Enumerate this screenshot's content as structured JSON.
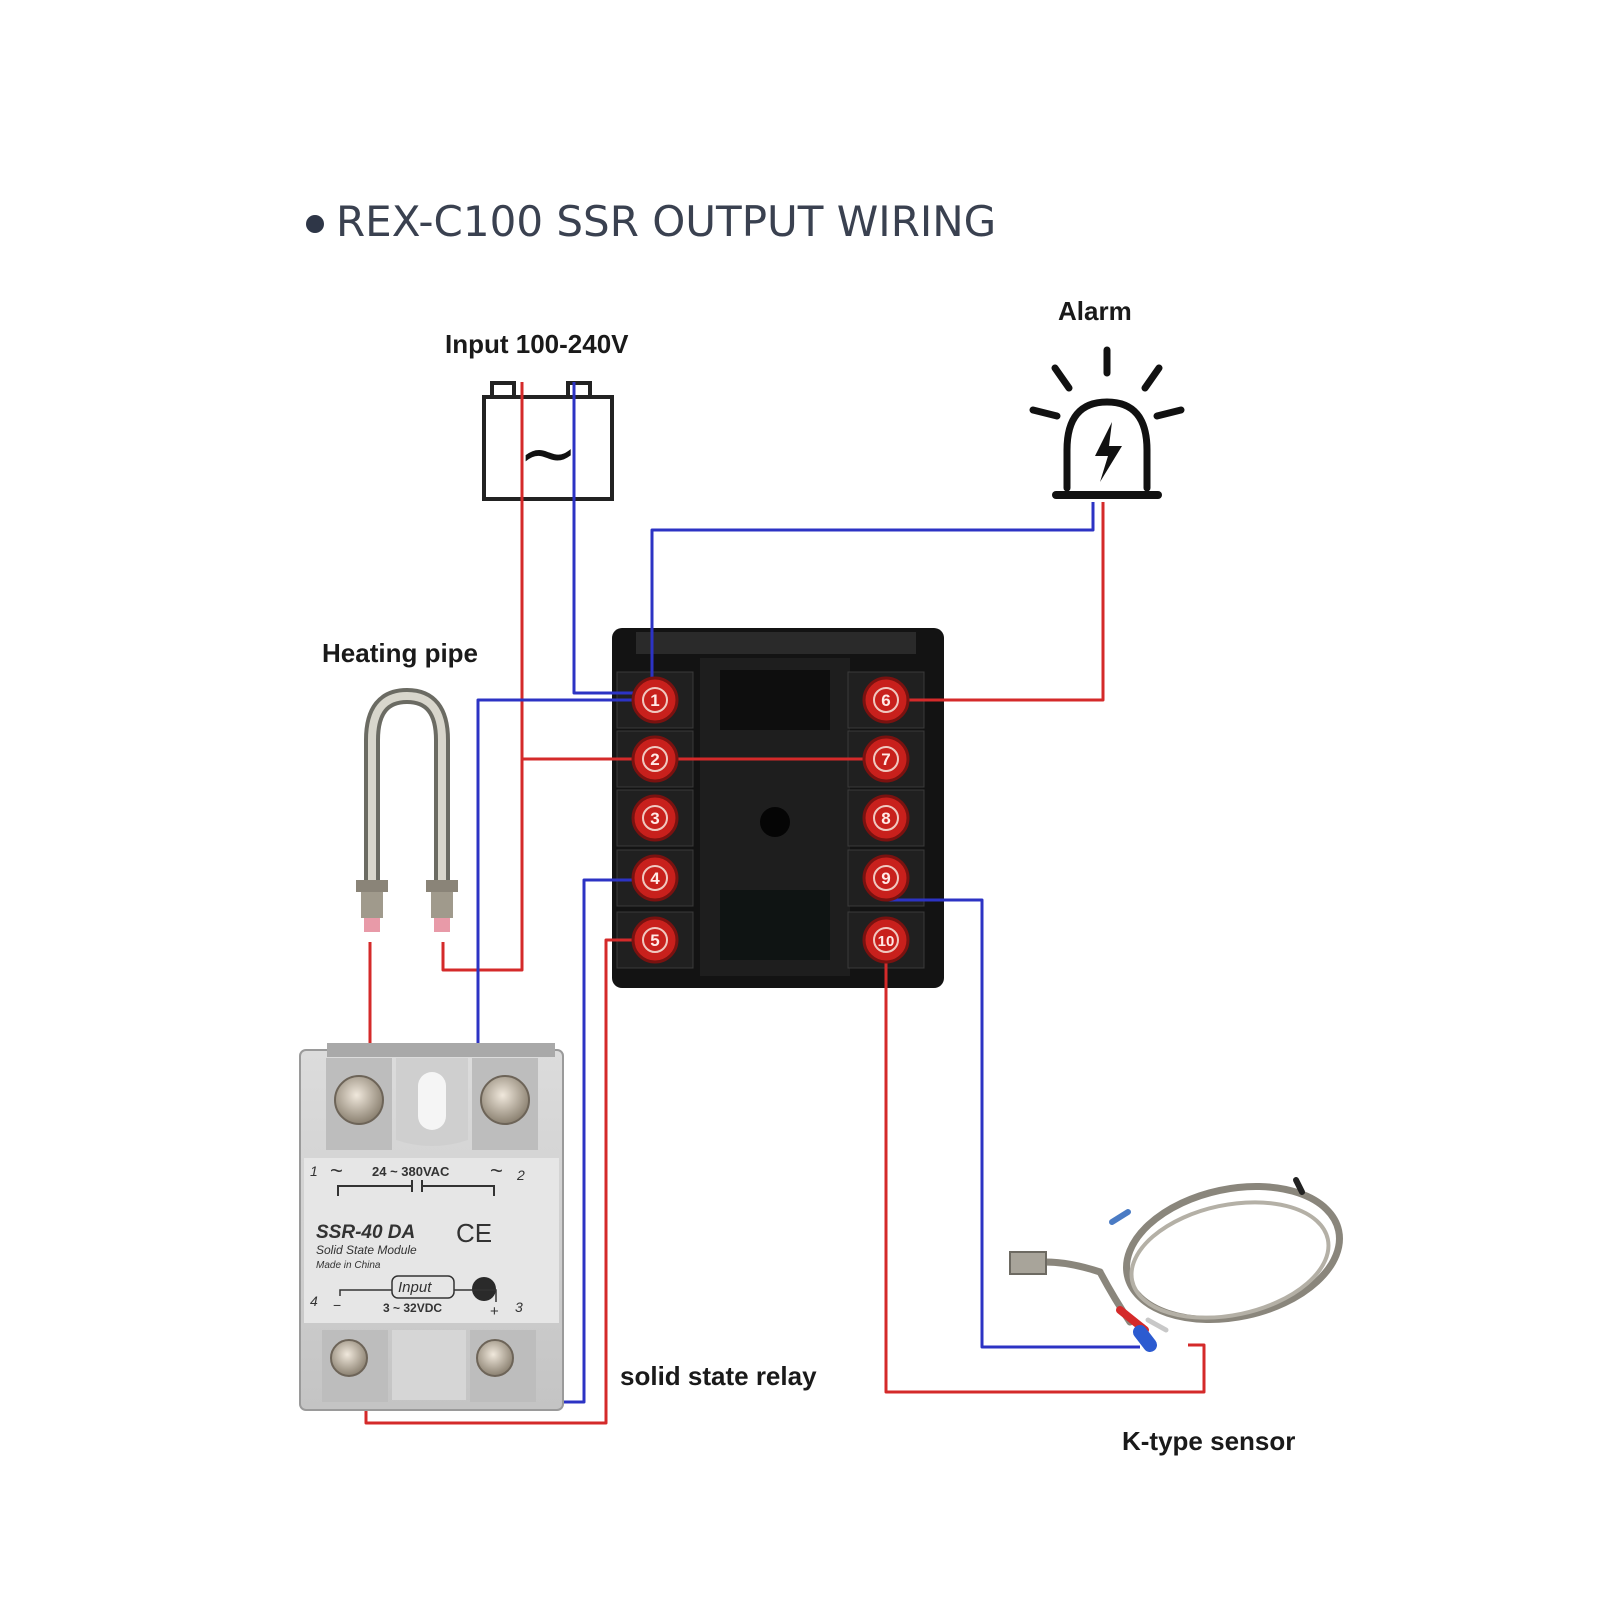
{
  "title": "REX-C100 SSR OUTPUT WIRING",
  "labels": {
    "input": "Input 100-240V",
    "alarm": "Alarm",
    "heating_pipe": "Heating pipe",
    "solid_state_relay": "solid state relay",
    "k_type_sensor": "K-type sensor"
  },
  "ac_symbol": "~",
  "controller": {
    "terminals_left": [
      "1",
      "2",
      "3",
      "4",
      "5"
    ],
    "terminals_right": [
      "6",
      "7",
      "8",
      "9",
      "10"
    ]
  },
  "ssr": {
    "model": "SSR-40 DA",
    "subtitle": "Solid State Module",
    "made_in": "Made in China",
    "ac_rating": "24 ~ 380VAC",
    "input_label": "Input",
    "dc_rating": "3 ~ 32VDC",
    "ce_mark": "CE",
    "pin1": "1",
    "pin2": "2",
    "pin3": "3",
    "pin4": "4",
    "tilde": "~",
    "minus": "−",
    "plus": "+"
  },
  "colors": {
    "wire_red": "#d42a2a",
    "wire_blue": "#2c33c4",
    "terminal_red": "#c8201c",
    "controller_body": "#151515"
  }
}
